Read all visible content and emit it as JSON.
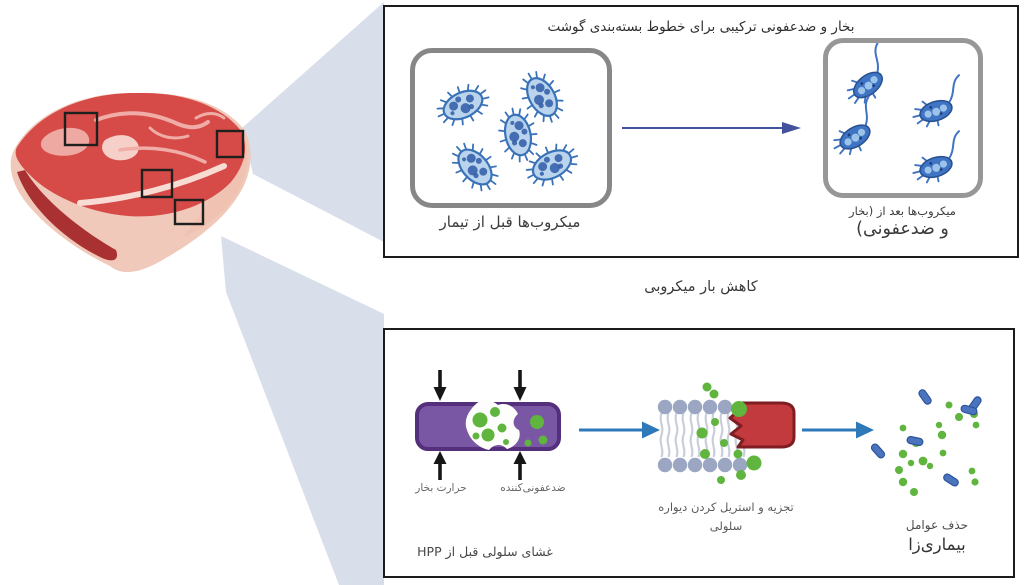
{
  "colors": {
    "panel_border": "#1b1b1b",
    "box_border": "#8a8a8a",
    "cone": "#d8deea",
    "microbe_fill": "#bad4ee",
    "microbe_stroke": "#3a72b8",
    "microbe_spot": "#2f5ca6",
    "after_fill": "#3f74c4",
    "after_stroke": "#27508f",
    "after_spot": "#9cc4ea",
    "treat_arrow": "#44519e",
    "meat_red": "#d64b47",
    "meat_fat": "#f0c9ba",
    "meat_dark": "#aa3132",
    "purple_fill": "#7a57a5",
    "purple_border": "#54307c",
    "green": "#5fb53d",
    "black_arrow": "#161616",
    "blue_arrow": "#2e79ba",
    "membrane_head": "#9aa6c2",
    "membrane_tail": "#c9cedb",
    "red_cell": "#c23a3e",
    "red_cell_border": "#7e1e23",
    "rod_blue": "#4a74bd",
    "rod_blue_dark": "#2d549c"
  },
  "top_panel": {
    "title": "بخار و ضدعفونی ترکیبی برای خطوط بسته‌بندی گوشت",
    "before_label": "میکروب‌ها قبل از تیمار",
    "after_label_line1": "میکروب‌ها بعد از (بخار",
    "after_label_line2": "و ضدعفونی)"
  },
  "middle_label": "کاهش بار میکروبی",
  "bottom_panel": {
    "steam_heat_label": "حرارت بخار",
    "disinfectant_label": "ضدعفونی‌کننده",
    "membrane_caption": "غشای سلولی قبل از HPP",
    "lysis_caption_line1": "تجزیه و استریل کردن دیواره",
    "lysis_caption_line2": "سلولی",
    "removal_caption_line1": "حذف عوامل",
    "removal_caption_line2": "بیماری‌زا"
  }
}
